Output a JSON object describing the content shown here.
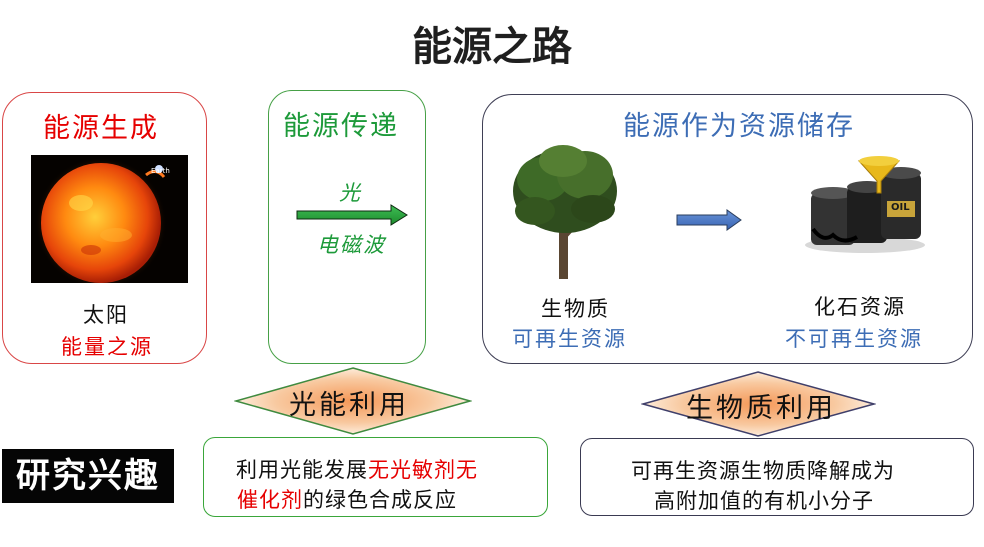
{
  "title": "能源之路",
  "generation": {
    "title": "能源生成",
    "image_label": "Earth",
    "name": "太阳",
    "subtitle": "能量之源"
  },
  "transfer": {
    "title": "能源传递",
    "arrow_top": "光",
    "arrow_bottom": "电磁波"
  },
  "storage": {
    "title": "能源作为资源储存",
    "biomass_name": "生物质",
    "biomass_type": "可再生资源",
    "fossil_name": "化石资源",
    "fossil_type": "不可再生资源",
    "barrel_label": "OIL"
  },
  "diamonds": {
    "light": "光能利用",
    "biomass": "生物质利用"
  },
  "research": {
    "label": "研究兴趣",
    "light_desc": {
      "part1": "利用光能发展",
      "part2": "无光敏剂无",
      "part3": "催化剂",
      "part4": "的绿色合成反应"
    },
    "biomass_desc": {
      "line1": "可再生资源生物质降解成为",
      "line2": "高附加值的有机小分子"
    }
  },
  "colors": {
    "red": "#e60000",
    "green": "#1d9a3a",
    "blue": "#3d6db5",
    "diamond_center": "#f7a66a",
    "diamond_edge": "#fff3e6"
  }
}
